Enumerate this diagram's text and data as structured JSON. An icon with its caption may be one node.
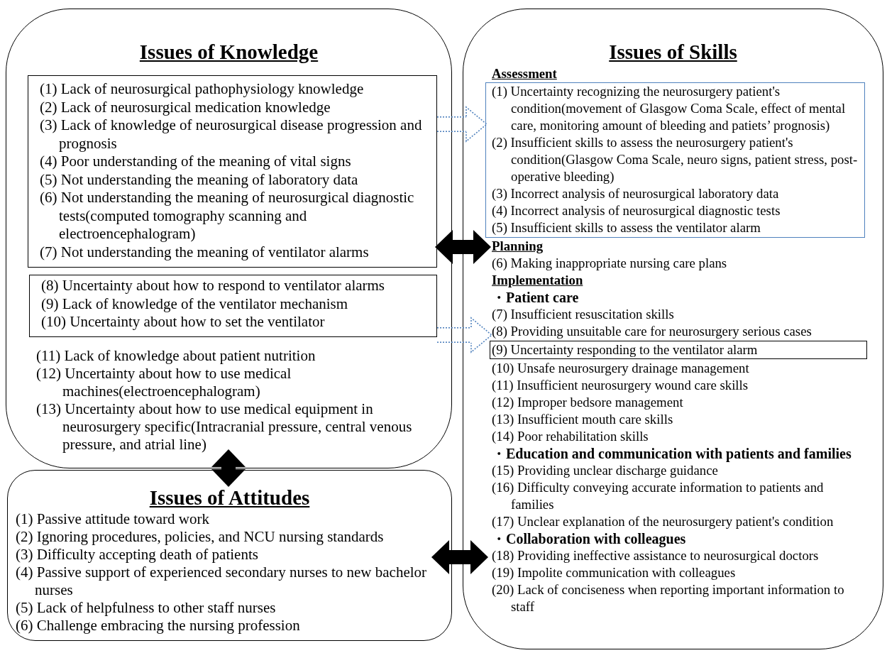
{
  "diagram": {
    "nodes": [
      {
        "text": [
          "Issues of Knowledge",
          "(11) Lack of knowledge about patient nutrition",
          "(12) Uncertainty about how to use medical machines(electroencephalogram)",
          "(13) Uncertainty about how to use medical equipment in neurosurgery specific(Intracranial pressure, central venous pressure, and atrial line)"
        ]
      },
      {
        "text": [
          "(1) Lack of neurosurgical pathophysiology knowledge",
          "(2) Lack of neurosurgical medication knowledge",
          "(3) Lack of knowledge of neurosurgical disease progression and prognosis",
          "(4) Poor understanding of the meaning of vital signs",
          "(5) Not understanding the meaning of laboratory data",
          "(6) Not understanding the meaning of neurosurgical diagnostic tests(computed tomography scanning and electroencephalogram)",
          "(7) Not understanding the meaning of ventilator alarms"
        ],
        "in": 0
      },
      {
        "text": [
          "(8) Uncertainty about how to respond to ventilator alarms",
          "(9) Lack of knowledge of the ventilator mechanism",
          "(10) Uncertainty about how to set the ventilator"
        ],
        "in": 0
      },
      {
        "text": [
          "Issues of Attitudes",
          "(1) Passive attitude toward work",
          "(2) Ignoring procedures, policies, and NCU nursing standards",
          "(3) Difficulty accepting death of patients",
          "(4) Passive support of experienced secondary nurses to new bachelor nurses",
          "(5) Lack of helpfulness to other staff nurses",
          "(6) Challenge embracing the nursing profession"
        ]
      },
      {
        "text": [
          "Issues of Skills",
          "Assessment",
          "Planning",
          "(6) Making inappropriate nursing care plans",
          "Implementation",
          "・Patient care",
          "(7) Insufficient resuscitation skills",
          "(8) Providing unsuitable care for neurosurgery serious cases",
          "(10) Unsafe neurosurgery drainage management",
          "(11) Insufficient neurosurgery wound care skills",
          "(12) Improper bedsore management",
          "(13) Insufficient mouth care skills",
          "(14) Poor rehabilitation skills",
          "・Education and communication with patients and families",
          "(15) Providing unclear discharge guidance",
          "(16) Difficulty conveying accurate information to patients and families",
          "(17) Unclear explanation of the neurosurgery patient's condition",
          "・Collaboration with colleagues",
          "(18) Providing ineffective assistance to neurosurgical doctors",
          "(19) Impolite communication with colleagues",
          "(20) Lack of conciseness when reporting important information to staff"
        ]
      },
      {
        "text": [
          "(1) Uncertainty recognizing the neurosurgery patient's condition(movement of Glasgow Coma Scale, effect of mental care, monitoring amount of bleeding and  patiets’ prognosis)",
          "(2) Insufficient skills to assess the neurosurgery patient's condition(Glasgow Coma Scale, neuro signs, patient stress, post-operative bleeding)",
          "(3) Incorrect analysis of neurosurgical laboratory data",
          "(4) Incorrect analysis of neurosurgical diagnostic tests",
          "(5) Insufficient skills to assess the ventilator alarm"
        ],
        "in": 4
      },
      {
        "text": [
          "(9) Uncertainty responding to the ventilator alarm"
        ],
        "in": 4
      }
    ],
    "edges": [
      {
        "from": 1,
        "to": 5,
        "arrow": "to",
        "style": "dashed",
        "color": "#4f81bd"
      },
      {
        "from": 2,
        "to": 6,
        "arrow": "to",
        "style": "dashed",
        "color": "#4f81bd"
      },
      {
        "from": 1,
        "to": 4,
        "arrow": "both"
      },
      {
        "from": 0,
        "to": 3,
        "arrow": "both"
      },
      {
        "from": 3,
        "to": 4,
        "arrow": "both"
      }
    ]
  }
}
